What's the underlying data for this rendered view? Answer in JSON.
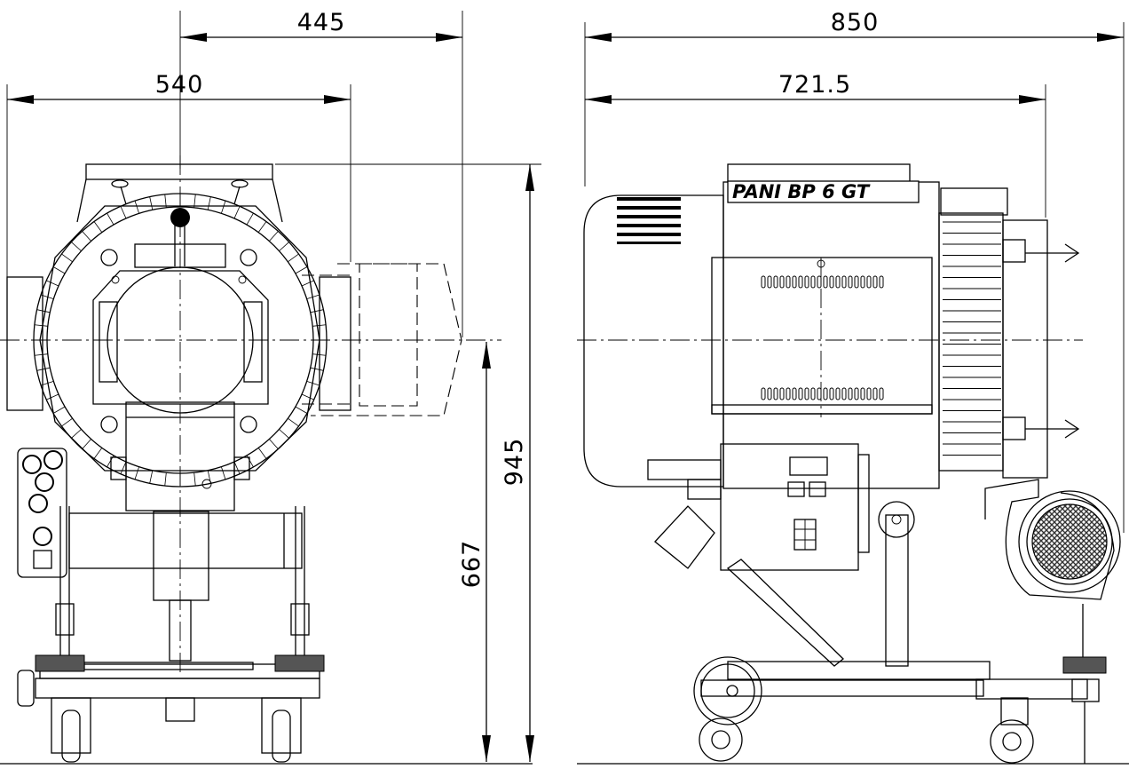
{
  "dimensions": {
    "front_depth_445": "445",
    "front_width_540": "540",
    "total_height_945": "945",
    "axis_height_667": "667",
    "side_length_850": "850",
    "side_length_721": "721.5"
  },
  "side_view": {
    "brand_label": "PANI BP 6 GT"
  }
}
